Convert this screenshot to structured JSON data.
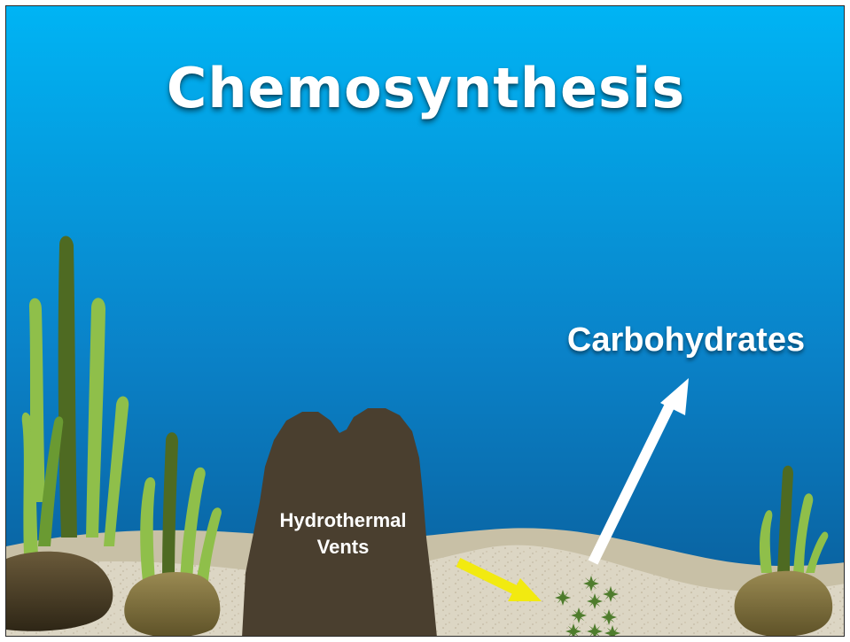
{
  "slide": {
    "title": "Chemosynthesis"
  },
  "labels": {
    "vents_line1": "Hydrothermal",
    "vents_line2": "Vents",
    "carbohydrates": "Carbohydrates"
  },
  "colors": {
    "ocean_top": "#00a8ee",
    "ocean_bottom": "#0a5f9c",
    "sand": "#ddd8c8",
    "vent": "#4a3f2f",
    "arrow_in": "#f2ea10",
    "arrow_out": "#ffffff",
    "bacteria": "#4a7a2a"
  }
}
